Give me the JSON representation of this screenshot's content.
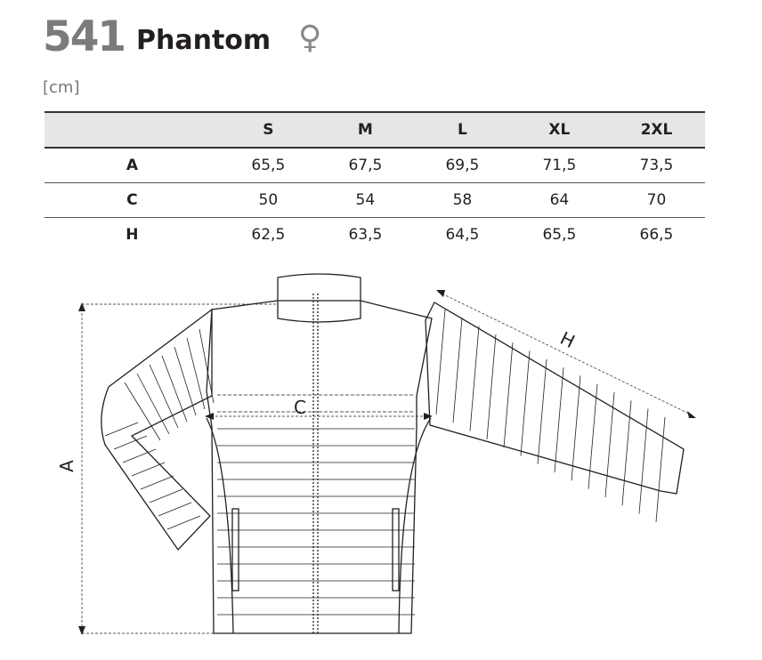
{
  "header": {
    "code": "541",
    "name": "Phantom",
    "gender_symbol": "♀",
    "unit": "[cm]"
  },
  "table": {
    "columns": [
      "",
      "S",
      "M",
      "L",
      "XL",
      "2XL"
    ],
    "rows": [
      {
        "label": "A",
        "values": [
          "65,5",
          "67,5",
          "69,5",
          "71,5",
          "73,5"
        ]
      },
      {
        "label": "C",
        "values": [
          "50",
          "54",
          "58",
          "64",
          "70"
        ]
      },
      {
        "label": "H",
        "values": [
          "62,5",
          "63,5",
          "64,5",
          "65,5",
          "66,5"
        ]
      }
    ]
  },
  "diagram": {
    "label_a": "A",
    "label_c": "C",
    "label_h": "H"
  }
}
